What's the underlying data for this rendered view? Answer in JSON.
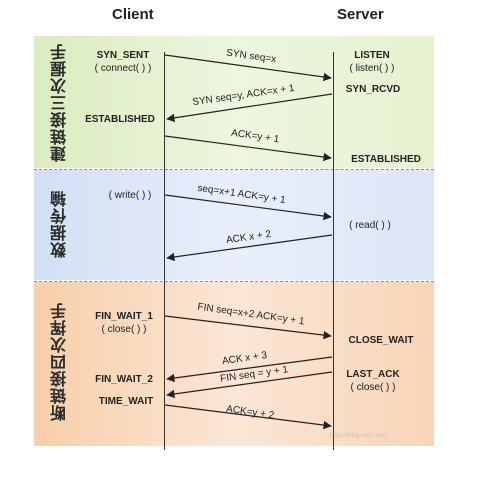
{
  "headers": {
    "client": "Client",
    "server": "Server"
  },
  "phases": {
    "handshake": "建链接三次握手",
    "transfer": "数据传输",
    "teardown": "断链接四次挥手"
  },
  "client_states": {
    "syn_sent": "SYN_SENT",
    "connect": "( connect( ) )",
    "established": "ESTABLISHED",
    "write": "( write( ) )",
    "fin_wait_1": "FIN_WAIT_1",
    "close": "( close( ) )",
    "fin_wait_2": "FIN_WAIT_2",
    "time_wait": "TIME_WAIT"
  },
  "server_states": {
    "listen": "LISTEN",
    "listen_call": "( listen( ) )",
    "syn_rcvd": "SYN_RCVD",
    "established": "ESTABLISHED",
    "read": "( read( ) )",
    "close_wait": "CLOSE_WAIT",
    "last_ack": "LAST_ACK",
    "close": "( close( ) )"
  },
  "messages": {
    "m1": "SYN seq=x",
    "m2": "SYN seq=y, ACK=x + 1",
    "m3": "ACK=y + 1",
    "m4": "seq=x+1 ACK=y + 1",
    "m5": "ACK x + 2",
    "m6": "FIN seq=x+2 ACK=y + 1",
    "m7": "ACK x + 3",
    "m8": "FIN seq = y + 1",
    "m9": "ACK=y + 2"
  },
  "watermark": "https://blog.csdn.net/..."
}
